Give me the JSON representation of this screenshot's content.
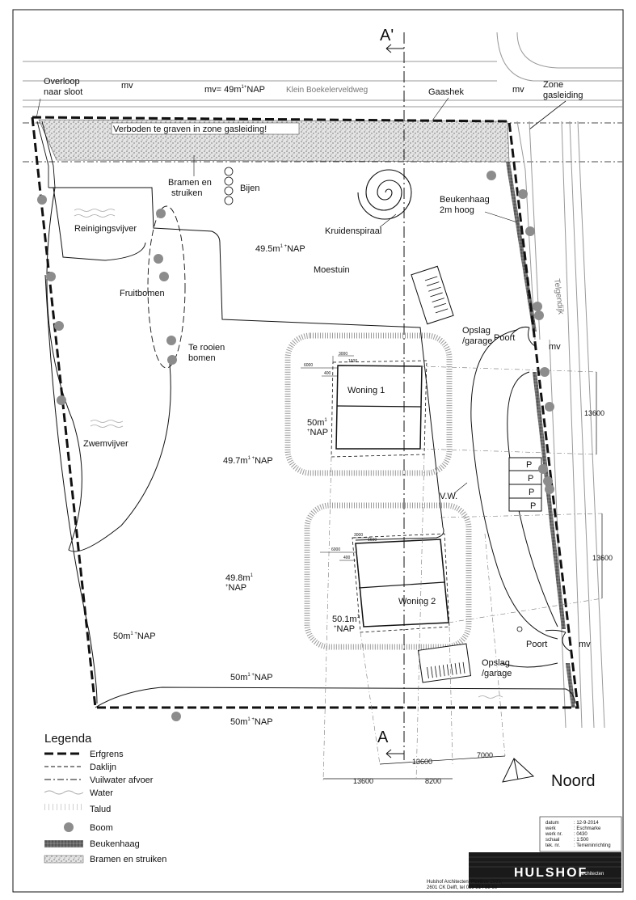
{
  "drawing": {
    "section_top": "A'",
    "section_bottom": "A",
    "north": "Noord",
    "labels": {
      "overloop": [
        "Overloop",
        "naar sloot"
      ],
      "mv_left": "mv",
      "mv_level": "mv= 49m",
      "mv_level_sup": "1",
      "mv_level_nap": "NAP",
      "road_north": "Klein Boekelerveldweg",
      "gaashek": "Gaashek",
      "mv_right": "mv",
      "zone_gas": [
        "Zone",
        "gasleiding"
      ],
      "verboden": "Verboden te graven in zone gasleiding!",
      "bramen": [
        "Bramen en",
        "struiken"
      ],
      "bijen": "Bijen",
      "kruidenspiraal": "Kruidenspiraal",
      "beukenhaag": [
        "Beukenhaag",
        "2m  hoog"
      ],
      "reinigingsvijver": "Reinigingsvijver",
      "level_495": "49.5m",
      "level_495_nap": "NAP",
      "moestuin": "Moestuin",
      "fruitbomen": "Fruitbomen",
      "te_rooien": [
        "Te rooien",
        "bomen"
      ],
      "telgendijk": "Telgendijk",
      "opslag1": [
        "Opslag",
        "/garage"
      ],
      "poort1": "Poort",
      "mv_poort1": "mv",
      "woning1": "Woning 1",
      "level_50_w1": "50m",
      "level_50_w1_nap": "NAP",
      "zwemvijver": "Zwemvijver",
      "level_497": "49.7m",
      "level_497_nap": "NAP",
      "parking": [
        "P",
        "P",
        "P",
        "P"
      ],
      "vw": "V.W.",
      "dim_13600_a": "13600",
      "dim_13600_b": "13600",
      "level_498": "49.8m",
      "level_498_nap": "NAP",
      "woning2": "Woning 2",
      "level_501": "50.1m",
      "level_501_nap": "NAP",
      "level_50_left": "50m",
      "level_50_left_nap": "NAP",
      "opslag2": [
        "Opslag",
        "/garage"
      ],
      "poort2": "Poort",
      "mv_poort2": "mv",
      "level_50_bottom": "50m",
      "level_50_bottom_nap": "NAP",
      "level_50_south": "50m",
      "level_50_south_nap": "NAP",
      "dim_bottom_13600_a": "13600",
      "dim_bottom_7000": "7000",
      "dim_bottom_13600_b": "13600",
      "dim_bottom_8200": "8200",
      "small_dims": [
        "3000",
        "1600",
        "6000",
        "400"
      ]
    }
  },
  "legend": {
    "title": "Legenda",
    "items": [
      {
        "label": "Erfgrens",
        "icon": "thick-dash-line"
      },
      {
        "label": "Daklijn",
        "icon": "dash-line"
      },
      {
        "label": "Vuilwater afvoer",
        "icon": "dash-dot-line"
      },
      {
        "label": "Water",
        "icon": "wave-line"
      },
      {
        "label": "Talud",
        "icon": "hatch-line"
      },
      {
        "label": "Boom",
        "icon": "grey-circle"
      },
      {
        "label": "Beukenhaag",
        "icon": "dark-texture-bar"
      },
      {
        "label": "Bramen en struiken",
        "icon": "light-texture-bar"
      }
    ]
  },
  "titleblock": {
    "rows": [
      {
        "key": "datum",
        "value": ": 12-9-2014"
      },
      {
        "key": "werk",
        "value": ": Eschmarke"
      },
      {
        "key": "werk nr.",
        "value": ": 0430"
      },
      {
        "key": "schaal",
        "value": ": 1:500"
      },
      {
        "key": "tek. nr.",
        "value": ": Terreininrichting"
      }
    ],
    "logo": "HULSHOF",
    "logo_sub": "architecten",
    "address": [
      "Hulshof Architecten, Postbus 2935,",
      "2601 CK Delft, tel 015 214 88 66"
    ]
  },
  "colors": {
    "tree": "#8c8c8c",
    "hedge": "#5f5f5f",
    "bramble": "#cfcfcf",
    "line": "#111111"
  }
}
